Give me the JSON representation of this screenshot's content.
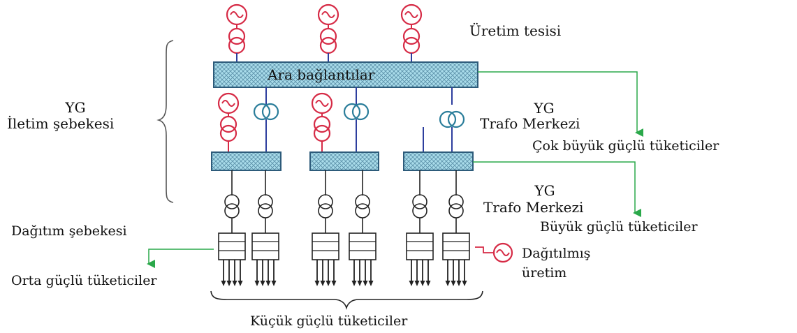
{
  "labels": {
    "generation_facility": "Üretim tesisi",
    "interconnections": "Ara bağlantılar",
    "hv_top": "YG",
    "transmission_network": "İletim şebekesi",
    "hv_substation_1a": "YG",
    "hv_substation_1b": "Trafo Merkezi",
    "very_large_consumers": "Çok büyük güçlü tüketiciler",
    "hv_substation_2a": "YG",
    "hv_substation_2b": "Trafo Merkezi",
    "large_consumers": "Büyük güçlü tüketiciler",
    "distribution_network": "Dağıtım şebekesi",
    "distributed_gen_a": "Dağıtılmış",
    "distributed_gen_b": "üretim",
    "medium_consumers": "Orta güçlü tüketiciler",
    "small_consumers": "Küçük güçlü tüketiciler"
  },
  "colors": {
    "generator": "#d62a45",
    "transformer_blue": "#2a7d9a",
    "line_blue": "#2d3e9e",
    "line_green": "#2aa84a",
    "bus_fill": "#9fd8e6",
    "bus_stroke": "#2d5b7a",
    "brace": "#555555",
    "ink": "#222222"
  }
}
